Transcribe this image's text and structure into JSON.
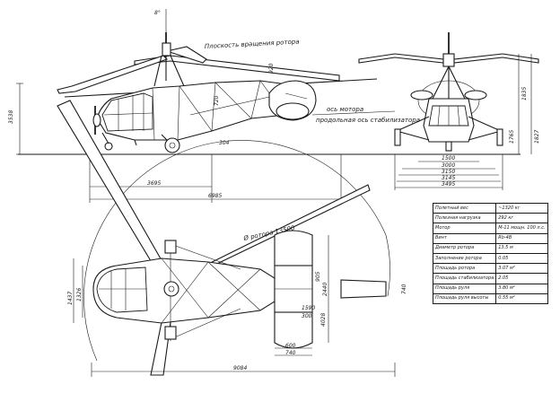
{
  "side_view": {
    "label_rotor_plane": "Плоскость вращения ротора",
    "label_engine_axis": "ось мотора",
    "label_stabilizer": "продольная ось стабилизатора",
    "dim_height": "3538",
    "dim_nose": "3695",
    "dim_length": "6985",
    "dim_hub": "720",
    "dim_wheel": "304",
    "dim_mast": "920",
    "dim_angle": "8°"
  },
  "front_view": {
    "dim_upper": "1835",
    "dim_lower": "1827",
    "dim_mid": "1765",
    "widths": [
      "1500",
      "3000",
      "3150",
      "3145",
      "3495"
    ]
  },
  "top_view": {
    "label_rotor_dia": "Ø ротора 13500",
    "dim_fuselage_w": "1326",
    "dim_fuselage_w2": "1437",
    "dim_tail_w": "2440",
    "dim_tail_w2": "905",
    "dim_fin": "740",
    "dim_tail_a": "600",
    "dim_tail_b": "740",
    "dim_tail_c": "4028",
    "dim_total": "9084",
    "dim_small": "1590",
    "dim_small2": "300"
  },
  "specs": [
    {
      "key": "Полетный вес",
      "value": "~1320 кг"
    },
    {
      "key": "Полезная нагрузка",
      "value": "292 кг"
    },
    {
      "key": "Мотор",
      "value": "М-11 мощн. 100 л.с."
    },
    {
      "key": "Винт",
      "value": "Rb-4B"
    },
    {
      "key": "Диаметр ротора",
      "value": "13.5 м"
    },
    {
      "key": "Заполнение ротора",
      "value": "0.05"
    },
    {
      "key": "Площадь ротора",
      "value": "3.07 м²"
    },
    {
      "key": "Площадь стабилизатора",
      "value": "2.05"
    },
    {
      "key": "Площадь руля",
      "value": "3.80 м²"
    },
    {
      "key": "Площадь руля высоты",
      "value": "0.55 м²"
    }
  ]
}
